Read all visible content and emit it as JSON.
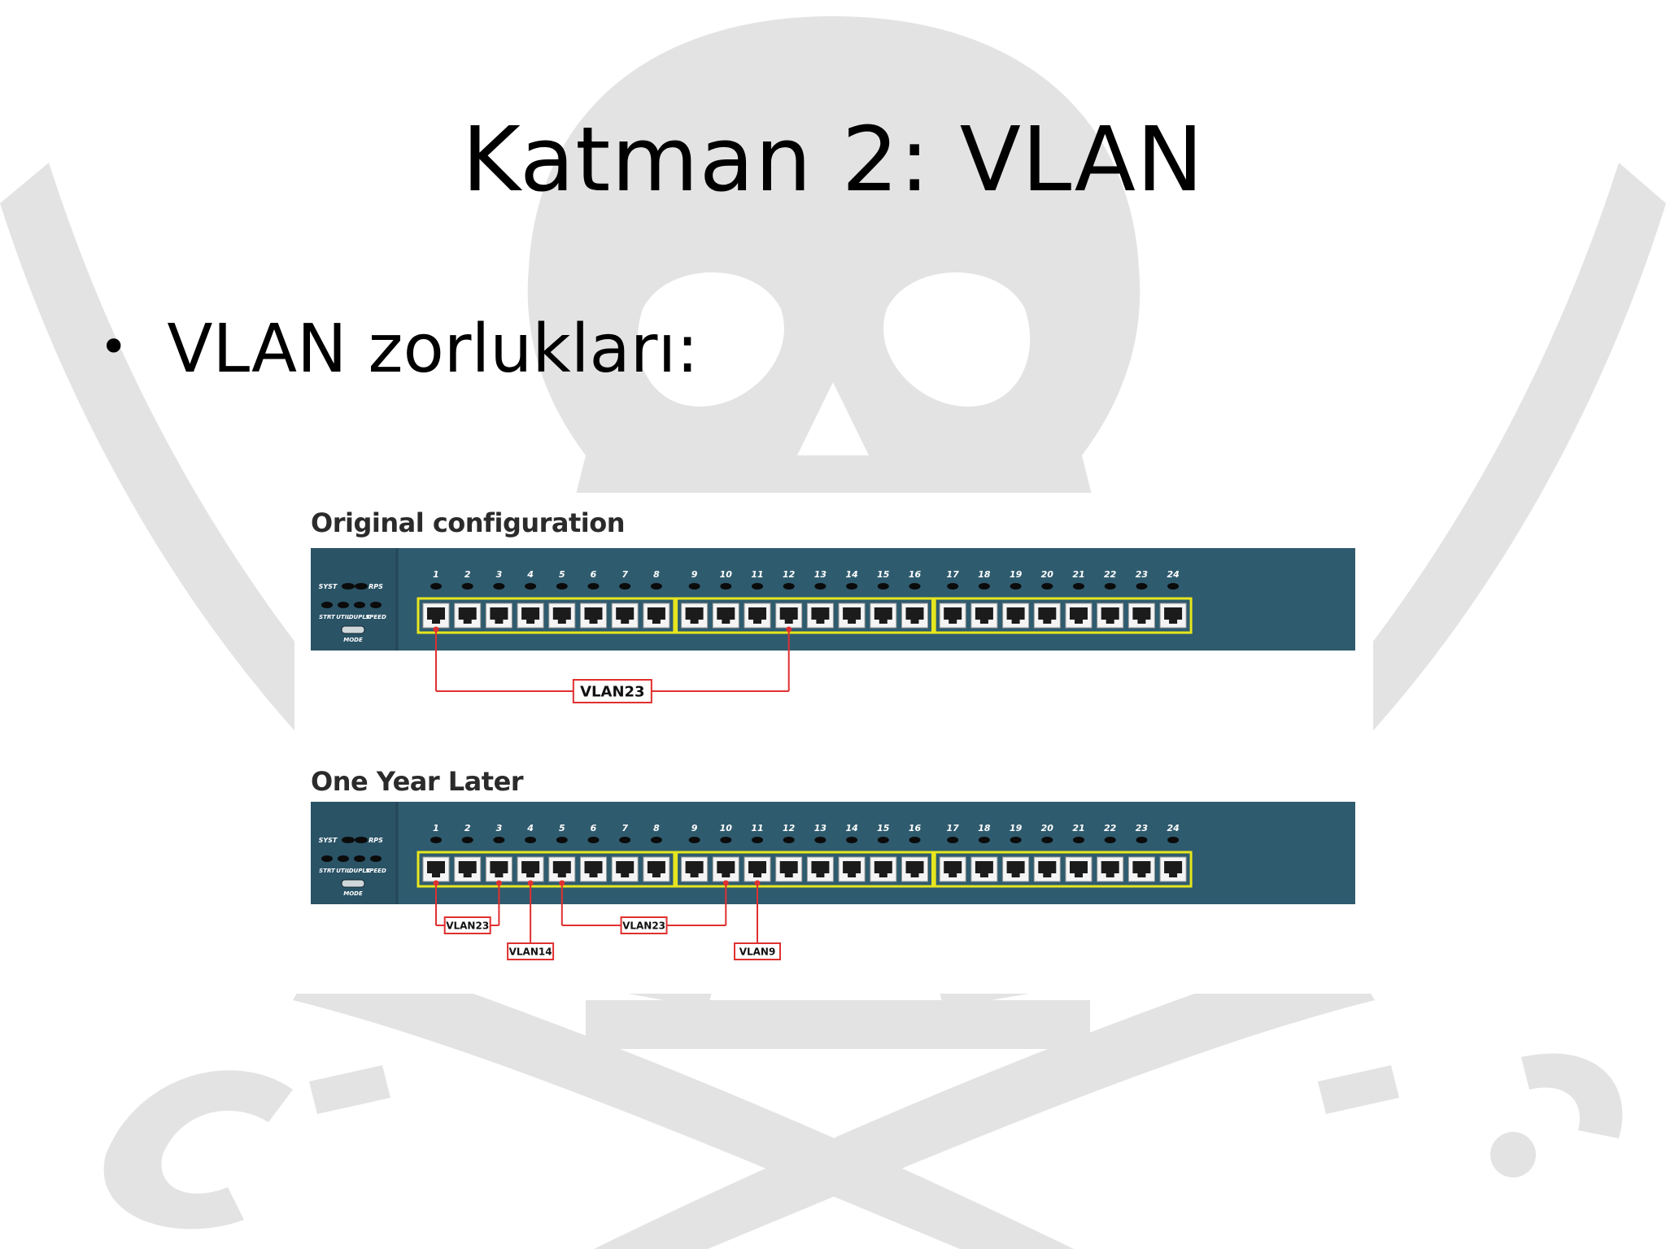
{
  "slide": {
    "title": "Katman 2: VLAN",
    "bullet": "VLAN zorlukları:"
  },
  "watermark": {
    "name": "skull-and-crossed-swords-watermark",
    "color": "#e2e2e2"
  },
  "colors": {
    "switch_body": "#2f5b6e",
    "port_group_outline": "#e6e61e",
    "vlan_line": "#e03030",
    "background": "#ffffff"
  },
  "switch_labels": {
    "status_top": [
      "SYST",
      "RPS"
    ],
    "status_bottom": [
      "STRT",
      "UTIL",
      "DUPLX",
      "SPEED"
    ],
    "mode": "MODE"
  },
  "port_numbers": [
    "1",
    "2",
    "3",
    "4",
    "5",
    "6",
    "7",
    "8",
    "9",
    "10",
    "11",
    "12",
    "13",
    "14",
    "15",
    "16",
    "17",
    "18",
    "19",
    "20",
    "21",
    "22",
    "23",
    "24"
  ],
  "panels": [
    {
      "heading": "Original configuration",
      "vlans": [
        {
          "label": "VLAN23",
          "ports": [
            1,
            12
          ]
        }
      ]
    },
    {
      "heading": "One Year Later",
      "vlans": [
        {
          "label": "VLAN23",
          "ports": [
            1,
            3
          ]
        },
        {
          "label": "VLAN14",
          "ports": [
            4
          ]
        },
        {
          "label": "VLAN23",
          "ports": [
            5,
            10
          ]
        },
        {
          "label": "VLAN9",
          "ports": [
            11
          ]
        }
      ]
    }
  ]
}
